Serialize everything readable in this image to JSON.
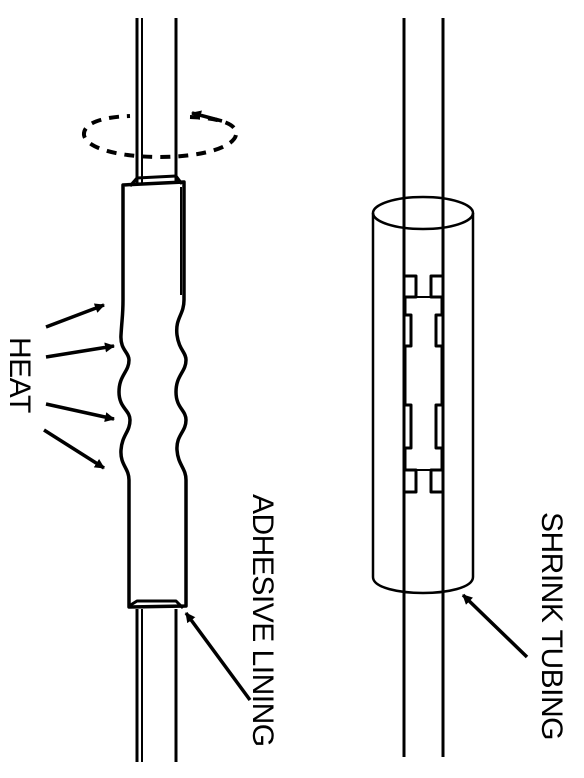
{
  "labels": {
    "heat": "HEAT",
    "adhesive_lining": "ADHESIVE LINING",
    "shrink_tubing": "SHRINK TUBING"
  },
  "colors": {
    "line": "#000000",
    "background": "#ffffff"
  }
}
